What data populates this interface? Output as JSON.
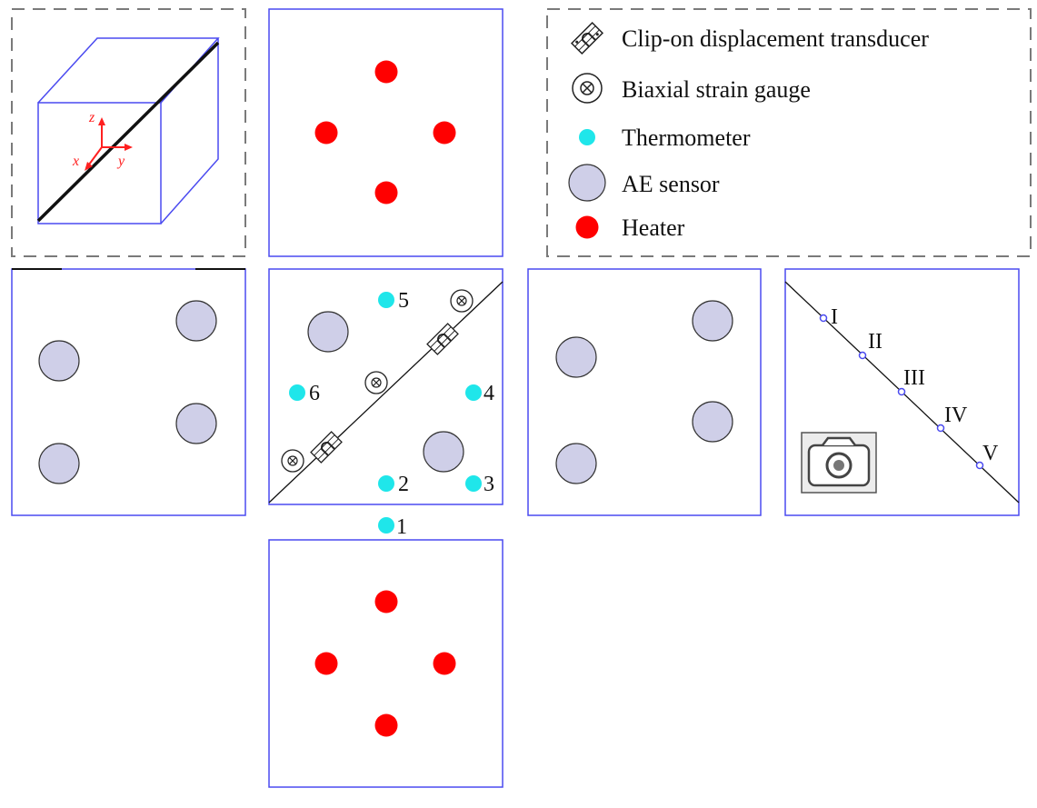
{
  "colors": {
    "panel_border": "#4a4af0",
    "dashed_border": "#7a7a7a",
    "heater": "#ff0000",
    "thermometer": "#1fe6ea",
    "ae_sensor_fill": "#cfcfe8",
    "axis": "#ff2020",
    "fracture_line": "#111111"
  },
  "legend": {
    "items": [
      {
        "icon": "clip-on-displacement-transducer-icon",
        "label": "Clip-on displacement transducer"
      },
      {
        "icon": "biaxial-strain-gauge-icon",
        "label": "Biaxial strain gauge"
      },
      {
        "icon": "thermometer-icon",
        "label": "Thermometer"
      },
      {
        "icon": "ae-sensor-icon",
        "label": "AE sensor"
      },
      {
        "icon": "heater-icon",
        "label": "Heater"
      }
    ]
  },
  "axes": {
    "z": "z",
    "x": "x",
    "y": "y"
  },
  "thermometers": [
    "5",
    "6",
    "4",
    "2",
    "3",
    "1"
  ],
  "fracture_points": [
    "I",
    "II",
    "III",
    "IV",
    "V"
  ],
  "icons": {
    "camera": "camera-icon",
    "cube": "cube-icon"
  }
}
